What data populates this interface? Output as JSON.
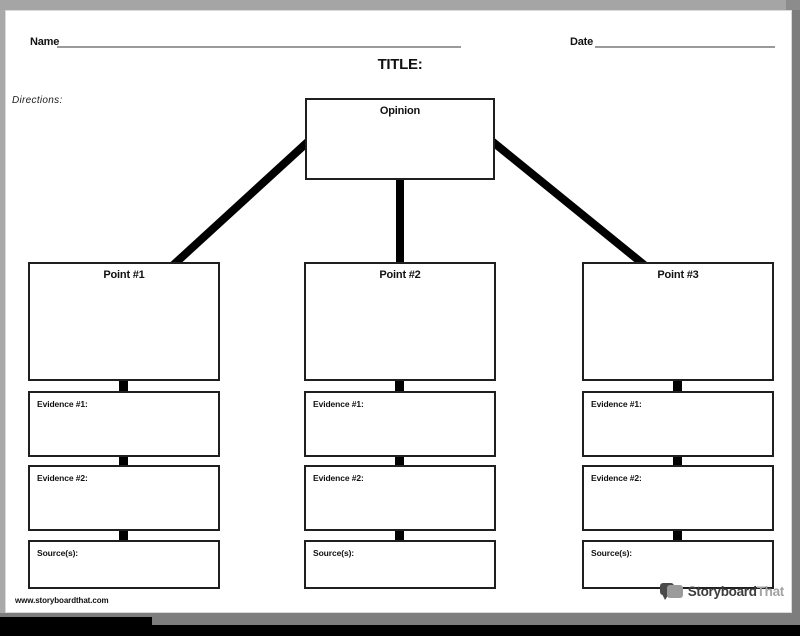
{
  "viewer": {
    "footer_url": "www.storyboardthat.com",
    "brand": {
      "icon": "speech-bubbles-icon",
      "wordmark_primary": "Storyboard",
      "wordmark_secondary": "That"
    }
  },
  "worksheet": {
    "name_label": "Name",
    "date_label": "Date",
    "title_label": "TITLE:",
    "directions_label": "Directions:",
    "opinion_box_label": "Opinion",
    "columns": [
      {
        "point_label": "Point #1",
        "evidence1_label": "Evidence #1:",
        "evidence2_label": "Evidence #2:",
        "sources_label": "Source(s):"
      },
      {
        "point_label": "Point #2",
        "evidence1_label": "Evidence #1:",
        "evidence2_label": "Evidence #2:",
        "sources_label": "Source(s):"
      },
      {
        "point_label": "Point #3",
        "evidence1_label": "Evidence #1:",
        "evidence2_label": "Evidence #2:",
        "sources_label": "Source(s):"
      }
    ]
  },
  "colors": {
    "connector": "#000000",
    "box_border": "#1f1f1f",
    "underline": "#9a9a9a",
    "page_bg": "#ffffff",
    "chrome_light": "#a5a5a5",
    "chrome_dark": "#7d7d7d",
    "bottom_bar": "#000000",
    "wordmark_primary": "#3d3d3d",
    "wordmark_secondary": "#a3a3a3"
  }
}
